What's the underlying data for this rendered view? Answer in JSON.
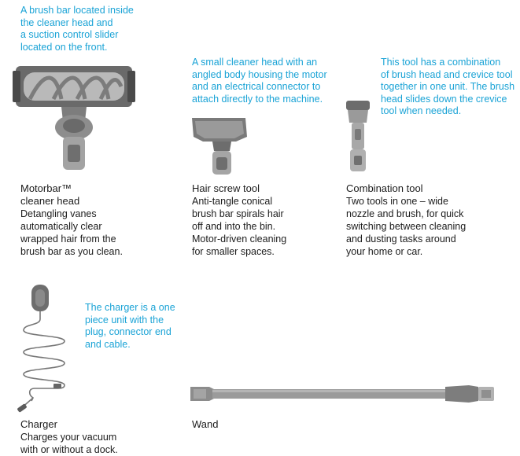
{
  "colors": {
    "accent": "#1aa3d6",
    "text": "#1c1c1c",
    "tool_gray": "#9e9e9e",
    "tool_dark": "#5a5a5a"
  },
  "items": {
    "motorbar": {
      "note": [
        "A brush bar located inside",
        "the cleaner head and",
        "a suction control slider",
        "located on the front."
      ],
      "title": [
        "Motorbar™",
        "cleaner head"
      ],
      "desc": [
        "Detangling vanes",
        "automatically clear",
        "wrapped hair from the",
        "brush bar as you clean."
      ],
      "icon": "motorbar-cleaner-head-icon"
    },
    "hair_screw": {
      "note": [
        "A small cleaner head with an",
        "angled body housing the motor",
        "and an electrical connector to",
        "attach directly to the machine."
      ],
      "title": [
        "Hair screw tool"
      ],
      "desc": [
        "Anti-tangle conical",
        "brush bar spirals hair",
        "off and into the bin.",
        "Motor-driven cleaning",
        "for smaller spaces."
      ],
      "icon": "hair-screw-tool-icon"
    },
    "combination": {
      "note": [
        "This tool has a combination",
        "of brush head and crevice tool",
        "together in one unit. The brush",
        "head slides down the crevice",
        "tool when needed."
      ],
      "title": [
        "Combination tool"
      ],
      "desc": [
        "Two tools in one – wide",
        "nozzle and brush, for quick",
        "switching between cleaning",
        "and dusting tasks around",
        "your home or car."
      ],
      "icon": "combination-tool-icon"
    },
    "charger": {
      "note": [
        "The charger is a one",
        "piece unit with the",
        "plug, connector end",
        "and cable."
      ],
      "title": [
        "Charger"
      ],
      "desc": [
        "Charges your vacuum",
        "with or without a dock."
      ],
      "icon": "charger-icon"
    },
    "wand": {
      "title": [
        "Wand"
      ],
      "icon": "wand-icon"
    }
  }
}
